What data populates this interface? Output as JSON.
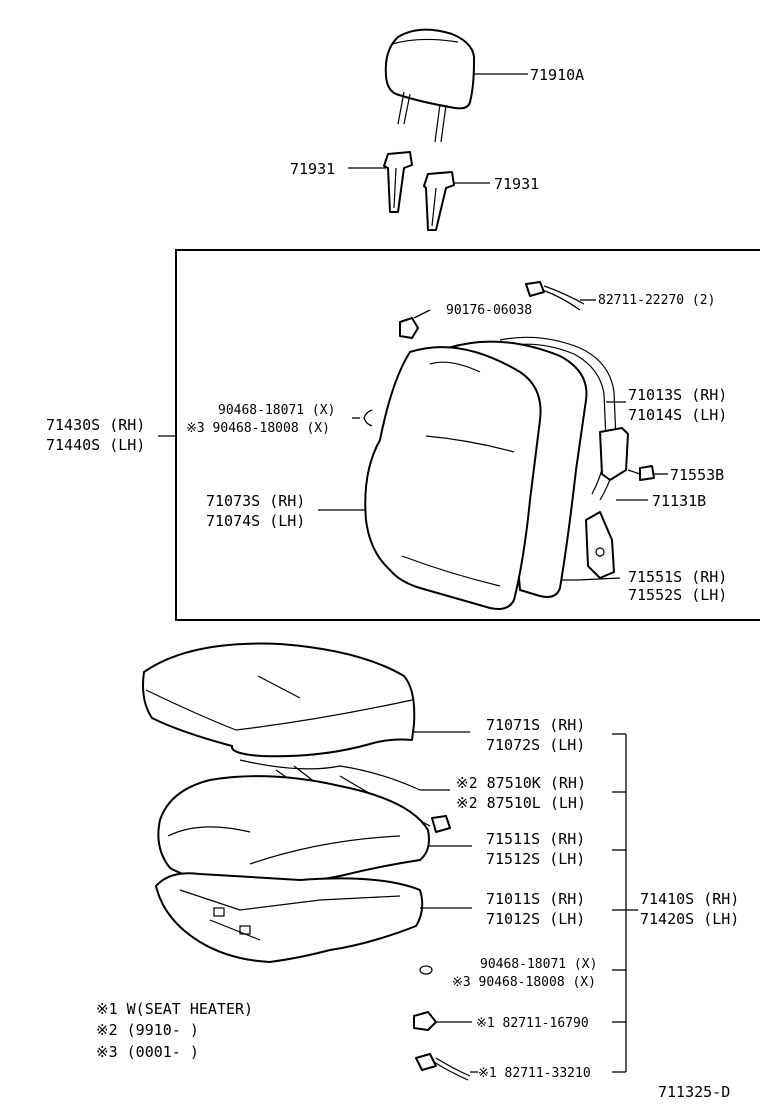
{
  "labels": {
    "headrest": "71910A",
    "support_left": "71931",
    "support_right": "71931",
    "back_bolt": "90176-06038",
    "back_wire": "82711-22270 (2)",
    "back_assy_rh": "71430S (RH)",
    "back_assy_lh": "71440S (LH)",
    "back_clip_1": "90468-18071 (X)",
    "back_clip_2": "※3 90468-18008 (X)",
    "back_frame_rh": "71013S (RH)",
    "back_frame_lh": "71014S (LH)",
    "back_cover_rh": "71073S (RH)",
    "back_cover_lh": "71074S (LH)",
    "back_knob": "71553B",
    "back_hinge": "71131B",
    "back_pad_rh": "71551S (RH)",
    "back_pad_lh": "71552S (LH)",
    "cush_cover_rh": "71071S (RH)",
    "cush_cover_lh": "71072S (LH)",
    "heater_rh": "※2 87510K (RH)",
    "heater_lh": "※2 87510L (LH)",
    "cush_pad_rh": "71511S (RH)",
    "cush_pad_lh": "71512S (LH)",
    "cush_frame_rh": "71011S (RH)",
    "cush_frame_lh": "71012S (LH)",
    "cush_assy_rh": "71410S (RH)",
    "cush_assy_lh": "71420S (LH)",
    "cush_clip_1": "90468-18071 (X)",
    "cush_clip_2": "※3 90468-18008 (X)",
    "cush_clamp": "※1 82711-16790",
    "cush_wire": "※1 82711-33210",
    "diagram_id": "711325-D"
  },
  "notes": [
    "※1 W(SEAT HEATER)",
    "※2 (9910-      )",
    "※3 (0001-      )"
  ]
}
